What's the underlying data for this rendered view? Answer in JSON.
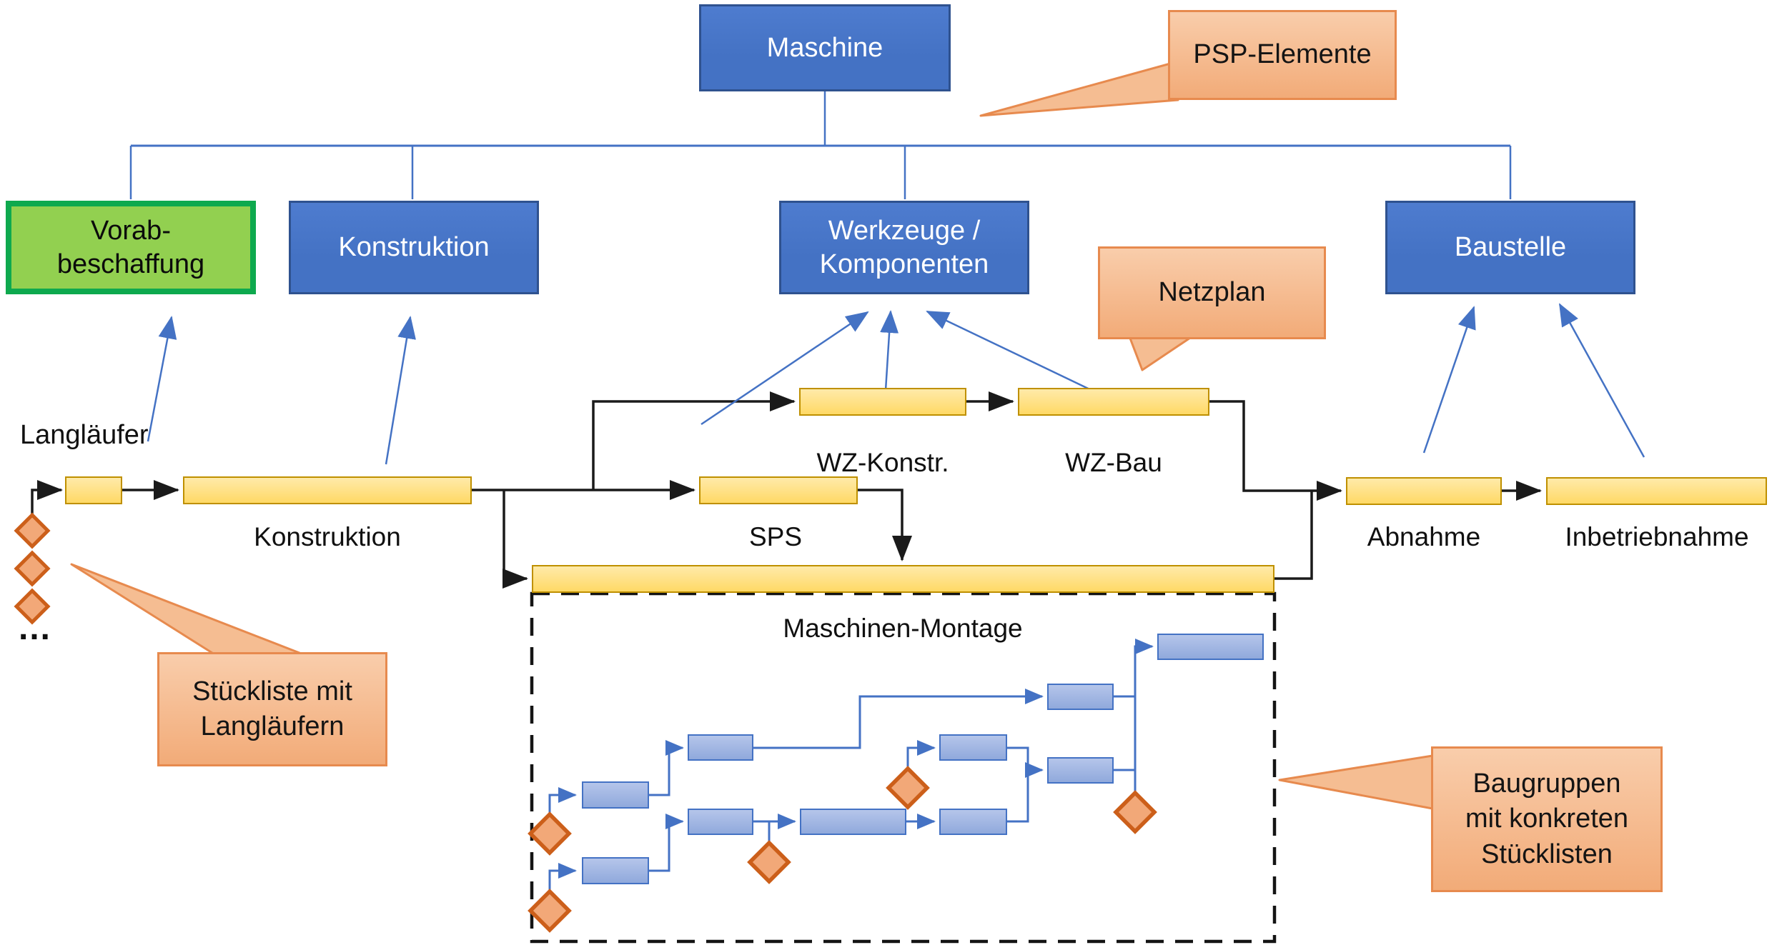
{
  "palette": {
    "psp_blue_fill": "#4472C4",
    "psp_blue_border": "#2F528F",
    "green_fill": "#92D050",
    "green_border": "#0EA94E",
    "callout_fill": "#F4B183",
    "callout_border": "#E78A4E",
    "activity_yellow_fill": "#FFD966",
    "activity_yellow_border": "#BF9000",
    "task_blue_fill": "#A3B8E3",
    "task_blue_border": "#4472C4",
    "milestone_fill": "#F2A878",
    "milestone_border": "#CC5F1A",
    "connector_black": "#1A1A1A",
    "connector_blue": "#4472C4"
  },
  "psp_tree": {
    "root": {
      "label": "Maschine"
    },
    "children": [
      {
        "id": "vorab",
        "lines": [
          "Vorab-",
          "beschaffung"
        ]
      },
      {
        "id": "konstruktion",
        "lines": [
          "Konstruktion"
        ]
      },
      {
        "id": "werkzeuge",
        "lines": [
          "Werkzeuge /",
          "Komponenten"
        ]
      },
      {
        "id": "baustelle",
        "lines": [
          "Baustelle"
        ]
      }
    ]
  },
  "callouts": {
    "psp": {
      "label": "PSP-Elemente"
    },
    "netzplan": {
      "label": "Netzplan"
    },
    "stueckliste": {
      "lines": [
        "Stückliste mit",
        "Langläufern"
      ]
    },
    "baugruppen": {
      "lines": [
        "Baugruppen",
        "mit konkreten",
        "Stücklisten"
      ]
    }
  },
  "netzplan": {
    "start_label": "Langläufer",
    "ellipsis": "…",
    "activities": {
      "konstruktion": "Konstruktion",
      "sps": "SPS",
      "wz_konstr": "WZ-Konstr.",
      "wz_bau": "WZ-Bau",
      "abnahme": "Abnahme",
      "inbetriebnahme": "Inbetriebnahme",
      "montage": "Maschinen-Montage"
    }
  }
}
